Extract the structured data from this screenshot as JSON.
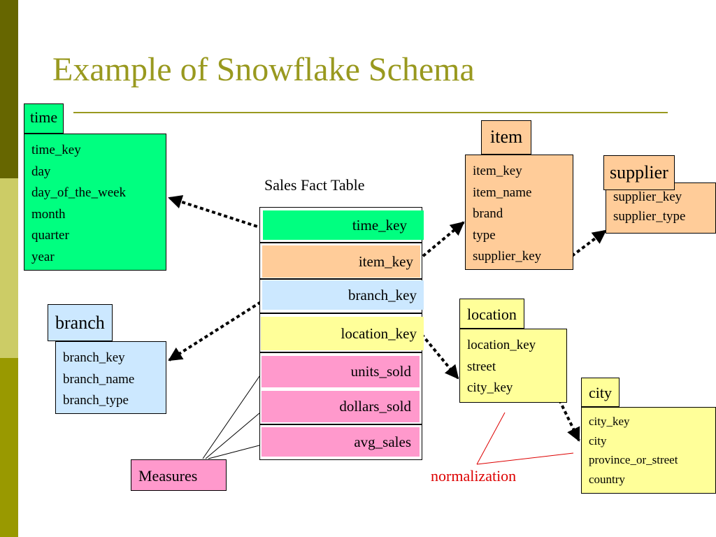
{
  "slide": {
    "title": "Example of Snowflake Schema"
  },
  "fact_table": {
    "caption": "Sales Fact Table",
    "rows": [
      "time_key",
      "item_key",
      "branch_key",
      "location_key",
      "units_sold",
      "dollars_sold",
      "avg_sales"
    ]
  },
  "tables": {
    "time": {
      "name": "time",
      "fields": [
        "time_key",
        "day",
        "day_of_the_week",
        "month",
        "quarter",
        "year"
      ]
    },
    "item": {
      "name": "item",
      "fields": [
        "item_key",
        "item_name",
        "brand",
        "type",
        "supplier_key"
      ]
    },
    "supplier": {
      "name": "supplier",
      "fields": [
        "supplier_key",
        "supplier_type"
      ]
    },
    "branch": {
      "name": "branch",
      "fields": [
        "branch_key",
        "branch_name",
        "branch_type"
      ]
    },
    "location": {
      "name": "location",
      "fields": [
        "location_key",
        "street",
        "city_key"
      ]
    },
    "city": {
      "name": "city",
      "fields": [
        "city_key",
        "city",
        "province_or_street",
        "country"
      ]
    }
  },
  "labels": {
    "measures": "Measures",
    "normalization": "normalization"
  },
  "colors": {
    "title": "#99991f",
    "sidebar_dark": "#666600",
    "sidebar_light": "#cccc66",
    "sidebar_mid": "#999900",
    "time": "#00ff80",
    "item": "#ffcc99",
    "branch": "#cce8ff",
    "location": "#ffff99",
    "measures": "#ff99cc",
    "normalization": "#dd0000"
  }
}
